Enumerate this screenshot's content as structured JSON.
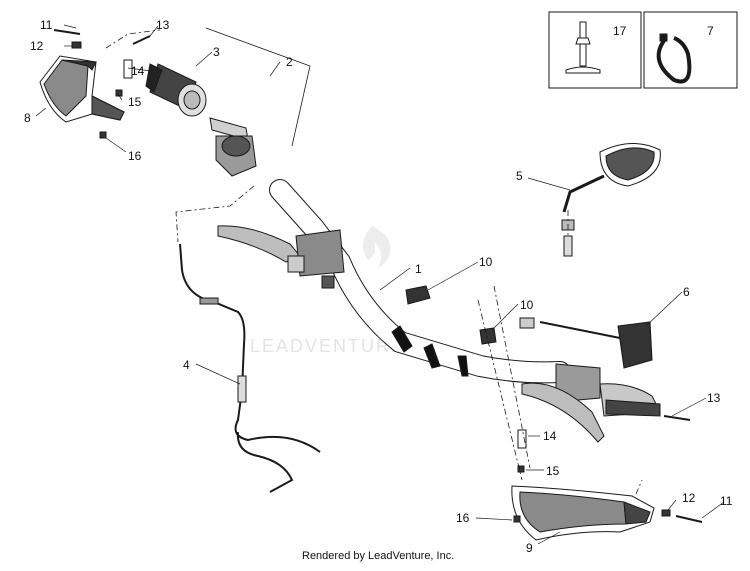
{
  "callouts": [
    {
      "id": "c1",
      "label": "1"
    },
    {
      "id": "c2",
      "label": "2"
    },
    {
      "id": "c3",
      "label": "3"
    },
    {
      "id": "c4",
      "label": "4"
    },
    {
      "id": "c5",
      "label": "5"
    },
    {
      "id": "c6",
      "label": "6"
    },
    {
      "id": "c7",
      "label": "7"
    },
    {
      "id": "c8",
      "label": "8"
    },
    {
      "id": "c9",
      "label": "9"
    },
    {
      "id": "c10a",
      "label": "10"
    },
    {
      "id": "c10b",
      "label": "10"
    },
    {
      "id": "c11a",
      "label": "11"
    },
    {
      "id": "c11b",
      "label": "11"
    },
    {
      "id": "c12a",
      "label": "12"
    },
    {
      "id": "c12b",
      "label": "12"
    },
    {
      "id": "c13a",
      "label": "13"
    },
    {
      "id": "c13b",
      "label": "13"
    },
    {
      "id": "c14a",
      "label": "14"
    },
    {
      "id": "c14b",
      "label": "14"
    },
    {
      "id": "c15a",
      "label": "15"
    },
    {
      "id": "c15b",
      "label": "15"
    },
    {
      "id": "c16a",
      "label": "16"
    },
    {
      "id": "c16b",
      "label": "16"
    },
    {
      "id": "c17",
      "label": "17"
    }
  ],
  "watermark": "LEADVENTURE",
  "footer": "Rendered by LeadVenture, Inc.",
  "colors": {
    "line": "#1a1a1a",
    "watermark": "#e4e4e4",
    "stripe": "#111111"
  }
}
